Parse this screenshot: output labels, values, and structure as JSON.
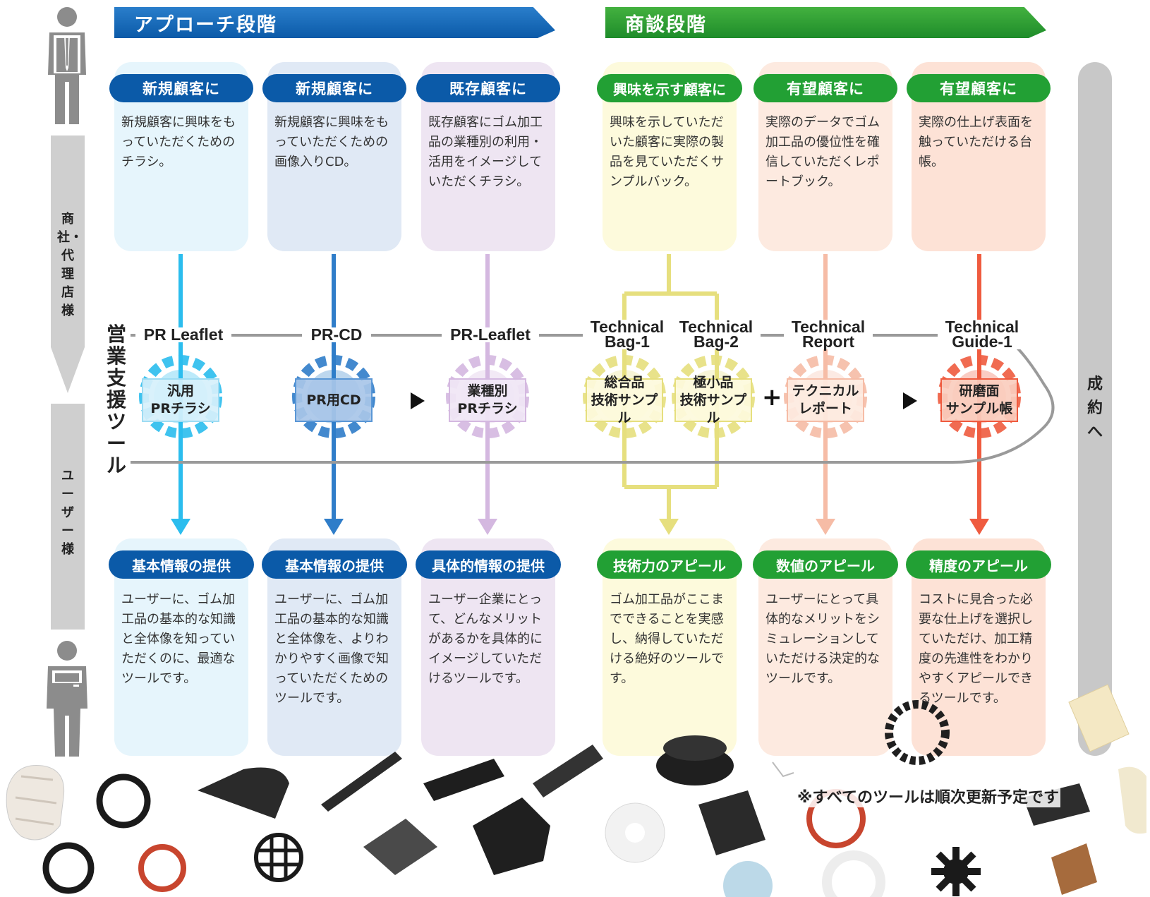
{
  "stages": {
    "approach": "アプローチ段階",
    "negotiation": "商談段階"
  },
  "sidebar": {
    "top_label": "商社・代理店様",
    "bottom_label": "ユーザー様",
    "tool_rail_label": "営業支援ツール",
    "closing_label": "成約へ"
  },
  "columns": [
    {
      "top_pill": "新規顧客に",
      "top_desc": "新規顧客に興味をもっていただくためのチラシ。",
      "tool_name": "PR Leaflet",
      "tool_box_line1": "汎用",
      "tool_box_line2": "PRチラシ",
      "bottom_pill": "基本情報の提供",
      "bottom_desc": "ユーザーに、ゴム加工品の基本的な知識と全体像を知っていただくのに、最適なツールです。",
      "color": "#2bbdee"
    },
    {
      "top_pill": "新規顧客に",
      "top_desc": "新規顧客に興味をもっていただくための画像入りCD。",
      "tool_name": "PR-CD",
      "tool_box_line1": "PR用CD",
      "tool_box_line2": "",
      "bottom_pill": "基本情報の提供",
      "bottom_desc": "ユーザーに、ゴム加工品の基本的な知識と全体像を、よりわかりやすく画像で知っていただくためのツールです。",
      "color": "#2f7dc9"
    },
    {
      "top_pill": "既存顧客に",
      "top_desc": "既存顧客にゴム加工品の業種別の利用・活用をイメージしていただくチラシ。",
      "tool_name": "PR-Leaflet",
      "tool_box_line1": "業種別",
      "tool_box_line2": "PRチラシ",
      "bottom_pill": "具体的情報の提供",
      "bottom_desc": "ユーザー企業にとって、どんなメリットがあるかを具体的にイメージしていただけるツールです。",
      "color": "#d4b8e0"
    },
    {
      "top_pill": "興味を示す顧客に",
      "top_desc": "興味を示していただいた顧客に実際の製品を見ていただくサンプルバック。",
      "tool_name_a_line1": "Technical",
      "tool_name_a_line2": "Bag-1",
      "tool_name_b_line1": "Technical",
      "tool_name_b_line2": "Bag-2",
      "tool_box_a_line1": "総合品",
      "tool_box_a_line2": "技術サンプル",
      "tool_box_b_line1": "極小品",
      "tool_box_b_line2": "技術サンプル",
      "bottom_pill": "技術力のアピール",
      "bottom_desc": "ゴム加工品がここまでできることを実感し、納得していただける絶好のツールです。",
      "color": "#e6df7e"
    },
    {
      "top_pill": "有望顧客に",
      "top_desc": "実際のデータでゴム加工品の優位性を確信していただくレポートブック。",
      "tool_name_line1": "Technical",
      "tool_name_line2": "Report",
      "tool_box_line1": "テクニカル",
      "tool_box_line2": "レポート",
      "bottom_pill": "数値のアピール",
      "bottom_desc": "ユーザーにとって具体的なメリットをシミュレーションしていただける決定的なツールです。",
      "color": "#f6bca6"
    },
    {
      "top_pill": "有望顧客に",
      "top_desc": "実際の仕上げ表面を触っていただける台帳。",
      "tool_name_line1": "Technical",
      "tool_name_line2": "Guide-1",
      "tool_box_line1": "研磨面",
      "tool_box_line2": "サンプル帳",
      "bottom_pill": "精度のアピール",
      "bottom_desc": "コストに見合った必要な仕上げを選択していただけ、加工精度の先進性をわかりやすくアピールできるツールです。",
      "color": "#ef5b3f"
    }
  ],
  "plus_sign": "+",
  "footnote": "※すべてのツールは順次更新予定です",
  "colors": {
    "blue_stage": "#0b5aa8",
    "green_stage": "#1e8c2a",
    "blue_pill": "#0b5aa8",
    "green_pill": "#22a034",
    "rail": "#9a9a9a"
  }
}
